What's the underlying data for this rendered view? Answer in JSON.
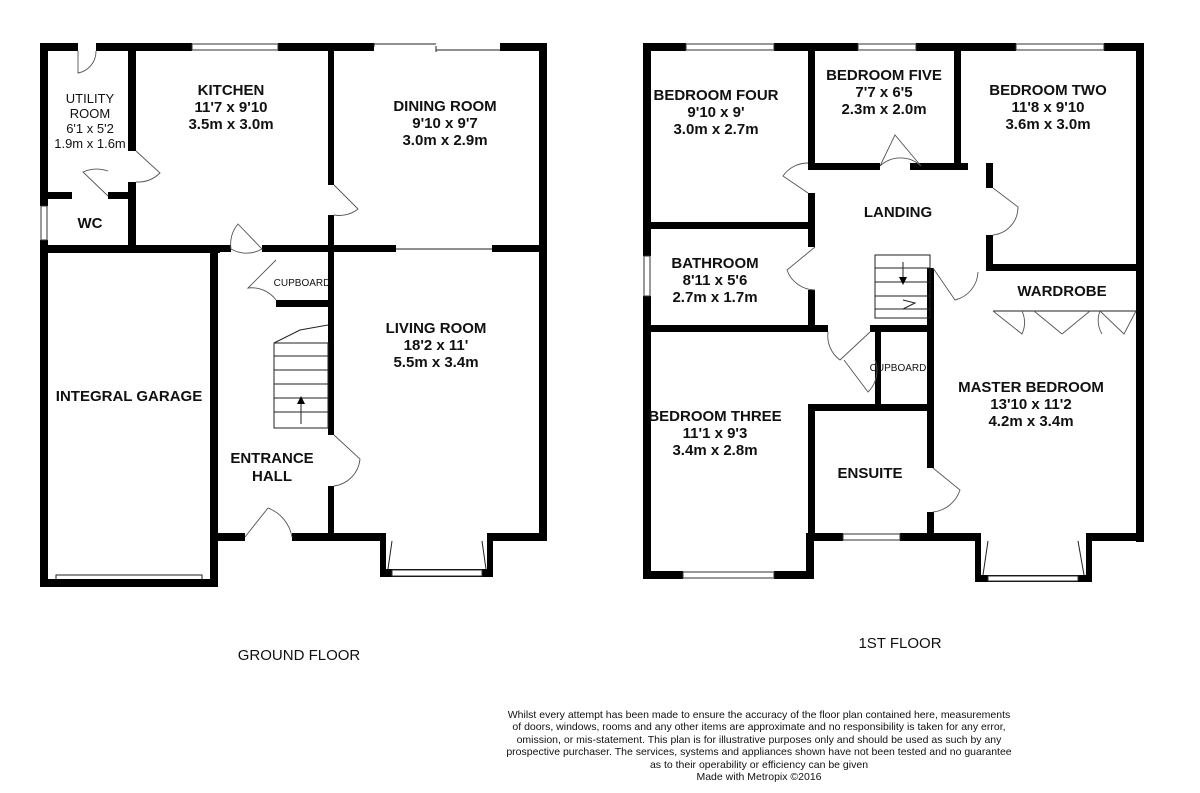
{
  "ground_floor": {
    "label": "GROUND FLOOR",
    "rooms": {
      "utility": {
        "name": [
          "UTILITY",
          "ROOM"
        ],
        "dims": [
          "6'1 x 5'2",
          "1.9m x 1.6m"
        ]
      },
      "wc": {
        "name": "WC"
      },
      "kitchen": {
        "name": "KITCHEN",
        "dims": [
          "11'7 x 9'10",
          "3.5m x 3.0m"
        ]
      },
      "dining": {
        "name": "DINING ROOM",
        "dims": [
          "9'10 x 9'7",
          "3.0m x 2.9m"
        ]
      },
      "cupboard": {
        "name": "CUPBOARD"
      },
      "living": {
        "name": "LIVING ROOM",
        "dims": [
          "18'2 x 11'",
          "5.5m x 3.4m"
        ]
      },
      "garage": {
        "name": "INTEGRAL GARAGE"
      },
      "hall": {
        "name": [
          "ENTRANCE",
          "HALL"
        ]
      }
    }
  },
  "first_floor": {
    "label": "1ST FLOOR",
    "rooms": {
      "bed4": {
        "name": "BEDROOM FOUR",
        "dims": [
          "9'10 x 9'",
          "3.0m x 2.7m"
        ]
      },
      "bed5": {
        "name": "BEDROOM FIVE",
        "dims": [
          "7'7 x 6'5",
          "2.3m x 2.0m"
        ]
      },
      "bed2": {
        "name": "BEDROOM TWO",
        "dims": [
          "11'8 x 9'10",
          "3.6m x 3.0m"
        ]
      },
      "landing": {
        "name": "LANDING"
      },
      "bathroom": {
        "name": "BATHROOM",
        "dims": [
          "8'11 x 5'6",
          "2.7m x 1.7m"
        ]
      },
      "wardrobe": {
        "name": "WARDROBE"
      },
      "cupboard": {
        "name": "CUPBOARD"
      },
      "master": {
        "name": "MASTER BEDROOM",
        "dims": [
          "13'10 x 11'2",
          "4.2m x 3.4m"
        ]
      },
      "bed3": {
        "name": "BEDROOM THREE",
        "dims": [
          "11'1 x 9'3",
          "3.4m x 2.8m"
        ]
      },
      "ensuite": {
        "name": "ENSUITE"
      }
    }
  },
  "disclaimer": [
    "Whilst every attempt has been made to ensure the accuracy of the floor plan contained here, measurements",
    "of doors, windows, rooms and any other items are approximate and no responsibility is taken for any error,",
    "omission, or mis-statement. This plan is for illustrative purposes only and should be used as such by any",
    "prospective purchaser. The services, systems and appliances shown have not been tested and no guarantee",
    "as to their operability or efficiency can be given",
    "Made with Metropix ©2016"
  ]
}
